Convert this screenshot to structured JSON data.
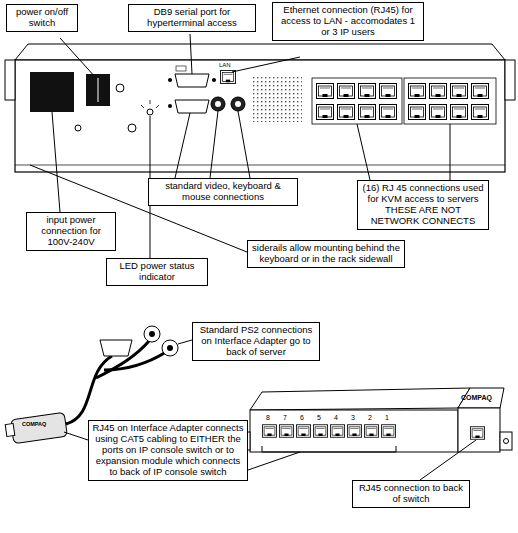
{
  "diagram": {
    "nodes": [
      {
        "text": [
          "power on/off switch"
        ]
      },
      {
        "text": [
          "DB9 serial port for hyperterminal access"
        ]
      },
      {
        "text": [
          "Ethernet connection (RJ45) for access to LAN - accomodates 1 or 3 IP users"
        ]
      },
      {
        "text": [
          "standard video, keyboard & mouse connections"
        ]
      },
      {
        "text": [
          "(16) RJ 45 connections used for KVM access to servers THESE ARE NOT NETWORK CONNECTS"
        ]
      },
      {
        "text": [
          "input power connection for 100V-240V"
        ]
      },
      {
        "text": [
          "siderails allow mounting behind the keyboard or in the rack sidewall"
        ]
      },
      {
        "text": [
          "LED power status indicator"
        ]
      },
      {
        "text": [
          "Standard PS2 connections on Interface Adapter go to back of server"
        ]
      },
      {
        "text": [
          "RJ45 on Interface Adapter connects using CAT5 cabling to EITHER the ports on IP console switch or to expansion module which connects to back of IP console switch"
        ]
      },
      {
        "text": [
          "RJ45 connection to back of switch"
        ]
      }
    ],
    "labels": [
      "LAN",
      "8",
      "7",
      "6",
      "5",
      "4",
      "3",
      "2",
      "1",
      "COMPAQ",
      "COMPAQ"
    ]
  }
}
